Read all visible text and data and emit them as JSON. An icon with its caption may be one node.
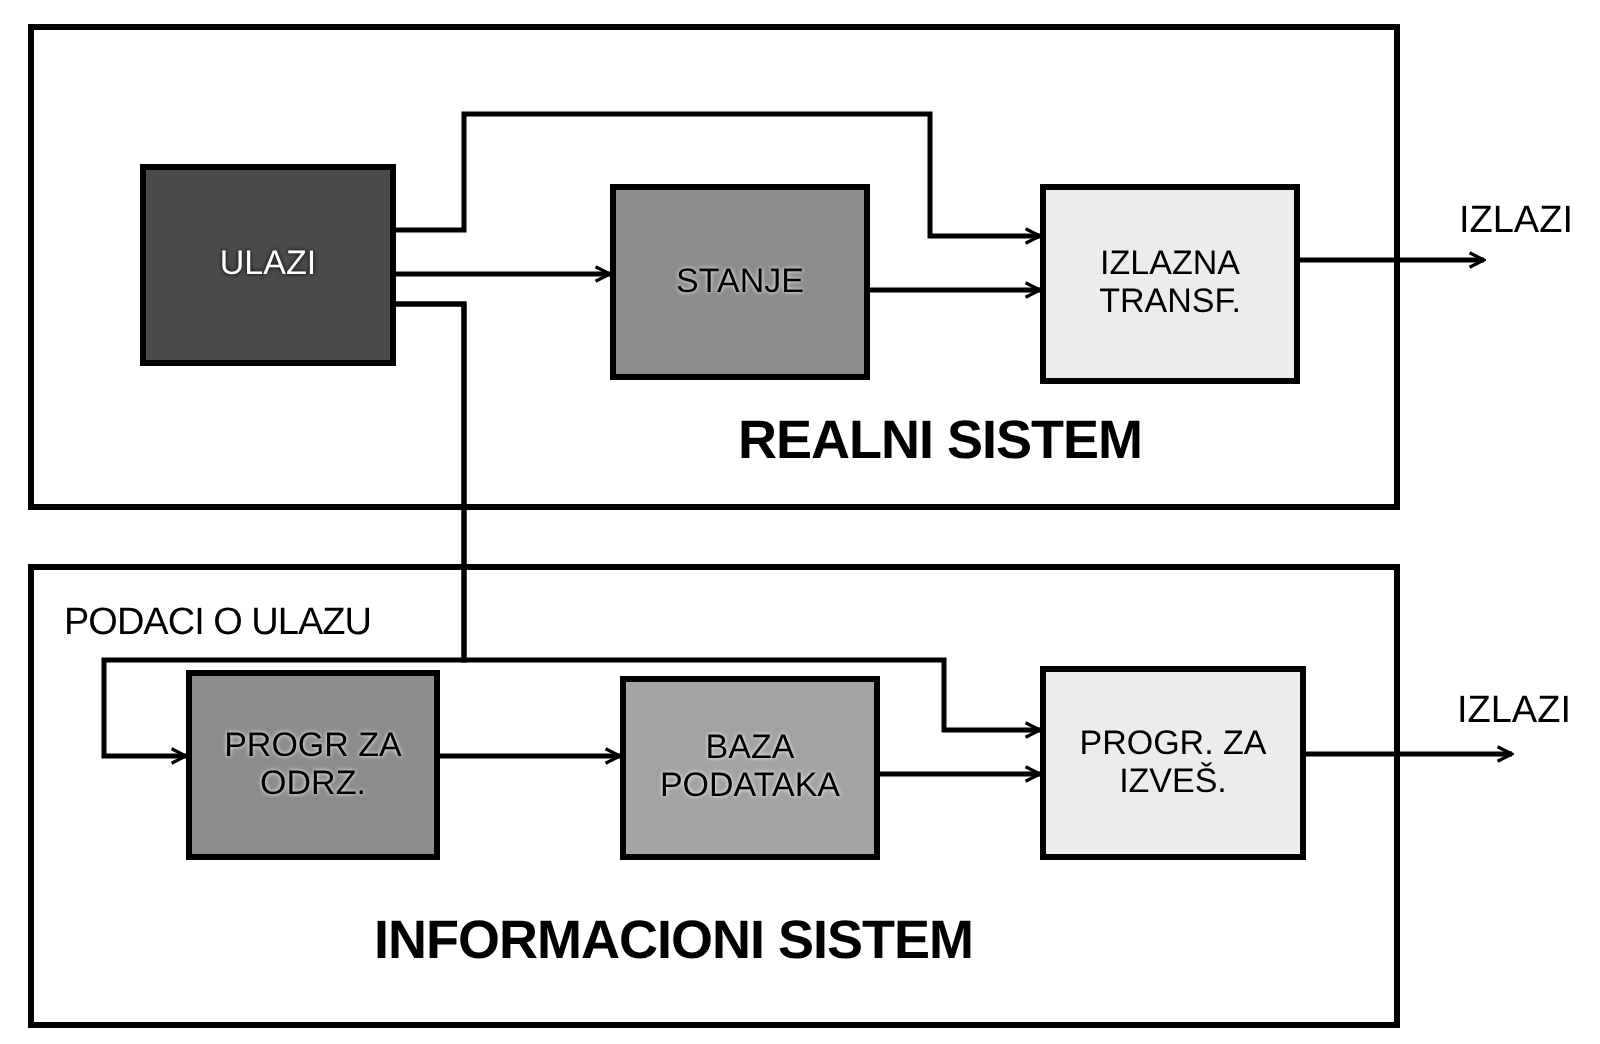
{
  "diagram": {
    "nodes": [
      {
        "text": [
          "REALNI SISTEM"
        ]
      },
      {
        "text": [
          "ULAZI"
        ],
        "in": 0
      },
      {
        "text": [
          "STANJE"
        ],
        "in": 0
      },
      {
        "text": [
          "IZLAZNA TRANSF."
        ],
        "in": 0
      },
      {
        "text": [
          "IZLAZI"
        ]
      },
      {
        "text": [
          "INFORMACIONI SISTEM"
        ]
      },
      {
        "text": [
          "PROGR ZA ODRZ."
        ],
        "in": 5
      },
      {
        "text": [
          "BAZA PODATAKA"
        ],
        "in": 5
      },
      {
        "text": [
          "PROGR. ZA IZVEŠ."
        ],
        "in": 5
      },
      {
        "text": [
          "IZLAZI"
        ]
      }
    ],
    "edges": [
      {
        "from": 1,
        "to": 3,
        "arrow": "to"
      },
      {
        "from": 1,
        "to": 2,
        "arrow": "to"
      },
      {
        "from": 2,
        "to": 3,
        "arrow": "to"
      },
      {
        "from": 3,
        "to": 4,
        "arrow": "to"
      },
      {
        "from": 1,
        "to": 6,
        "arrow": "to",
        "label": "PODACI O ULAZU"
      },
      {
        "from": 1,
        "to": 8,
        "arrow": "to"
      },
      {
        "from": 6,
        "to": 7,
        "arrow": "to"
      },
      {
        "from": 7,
        "to": 8,
        "arrow": "to"
      },
      {
        "from": 8,
        "to": 9,
        "arrow": "to"
      }
    ]
  }
}
